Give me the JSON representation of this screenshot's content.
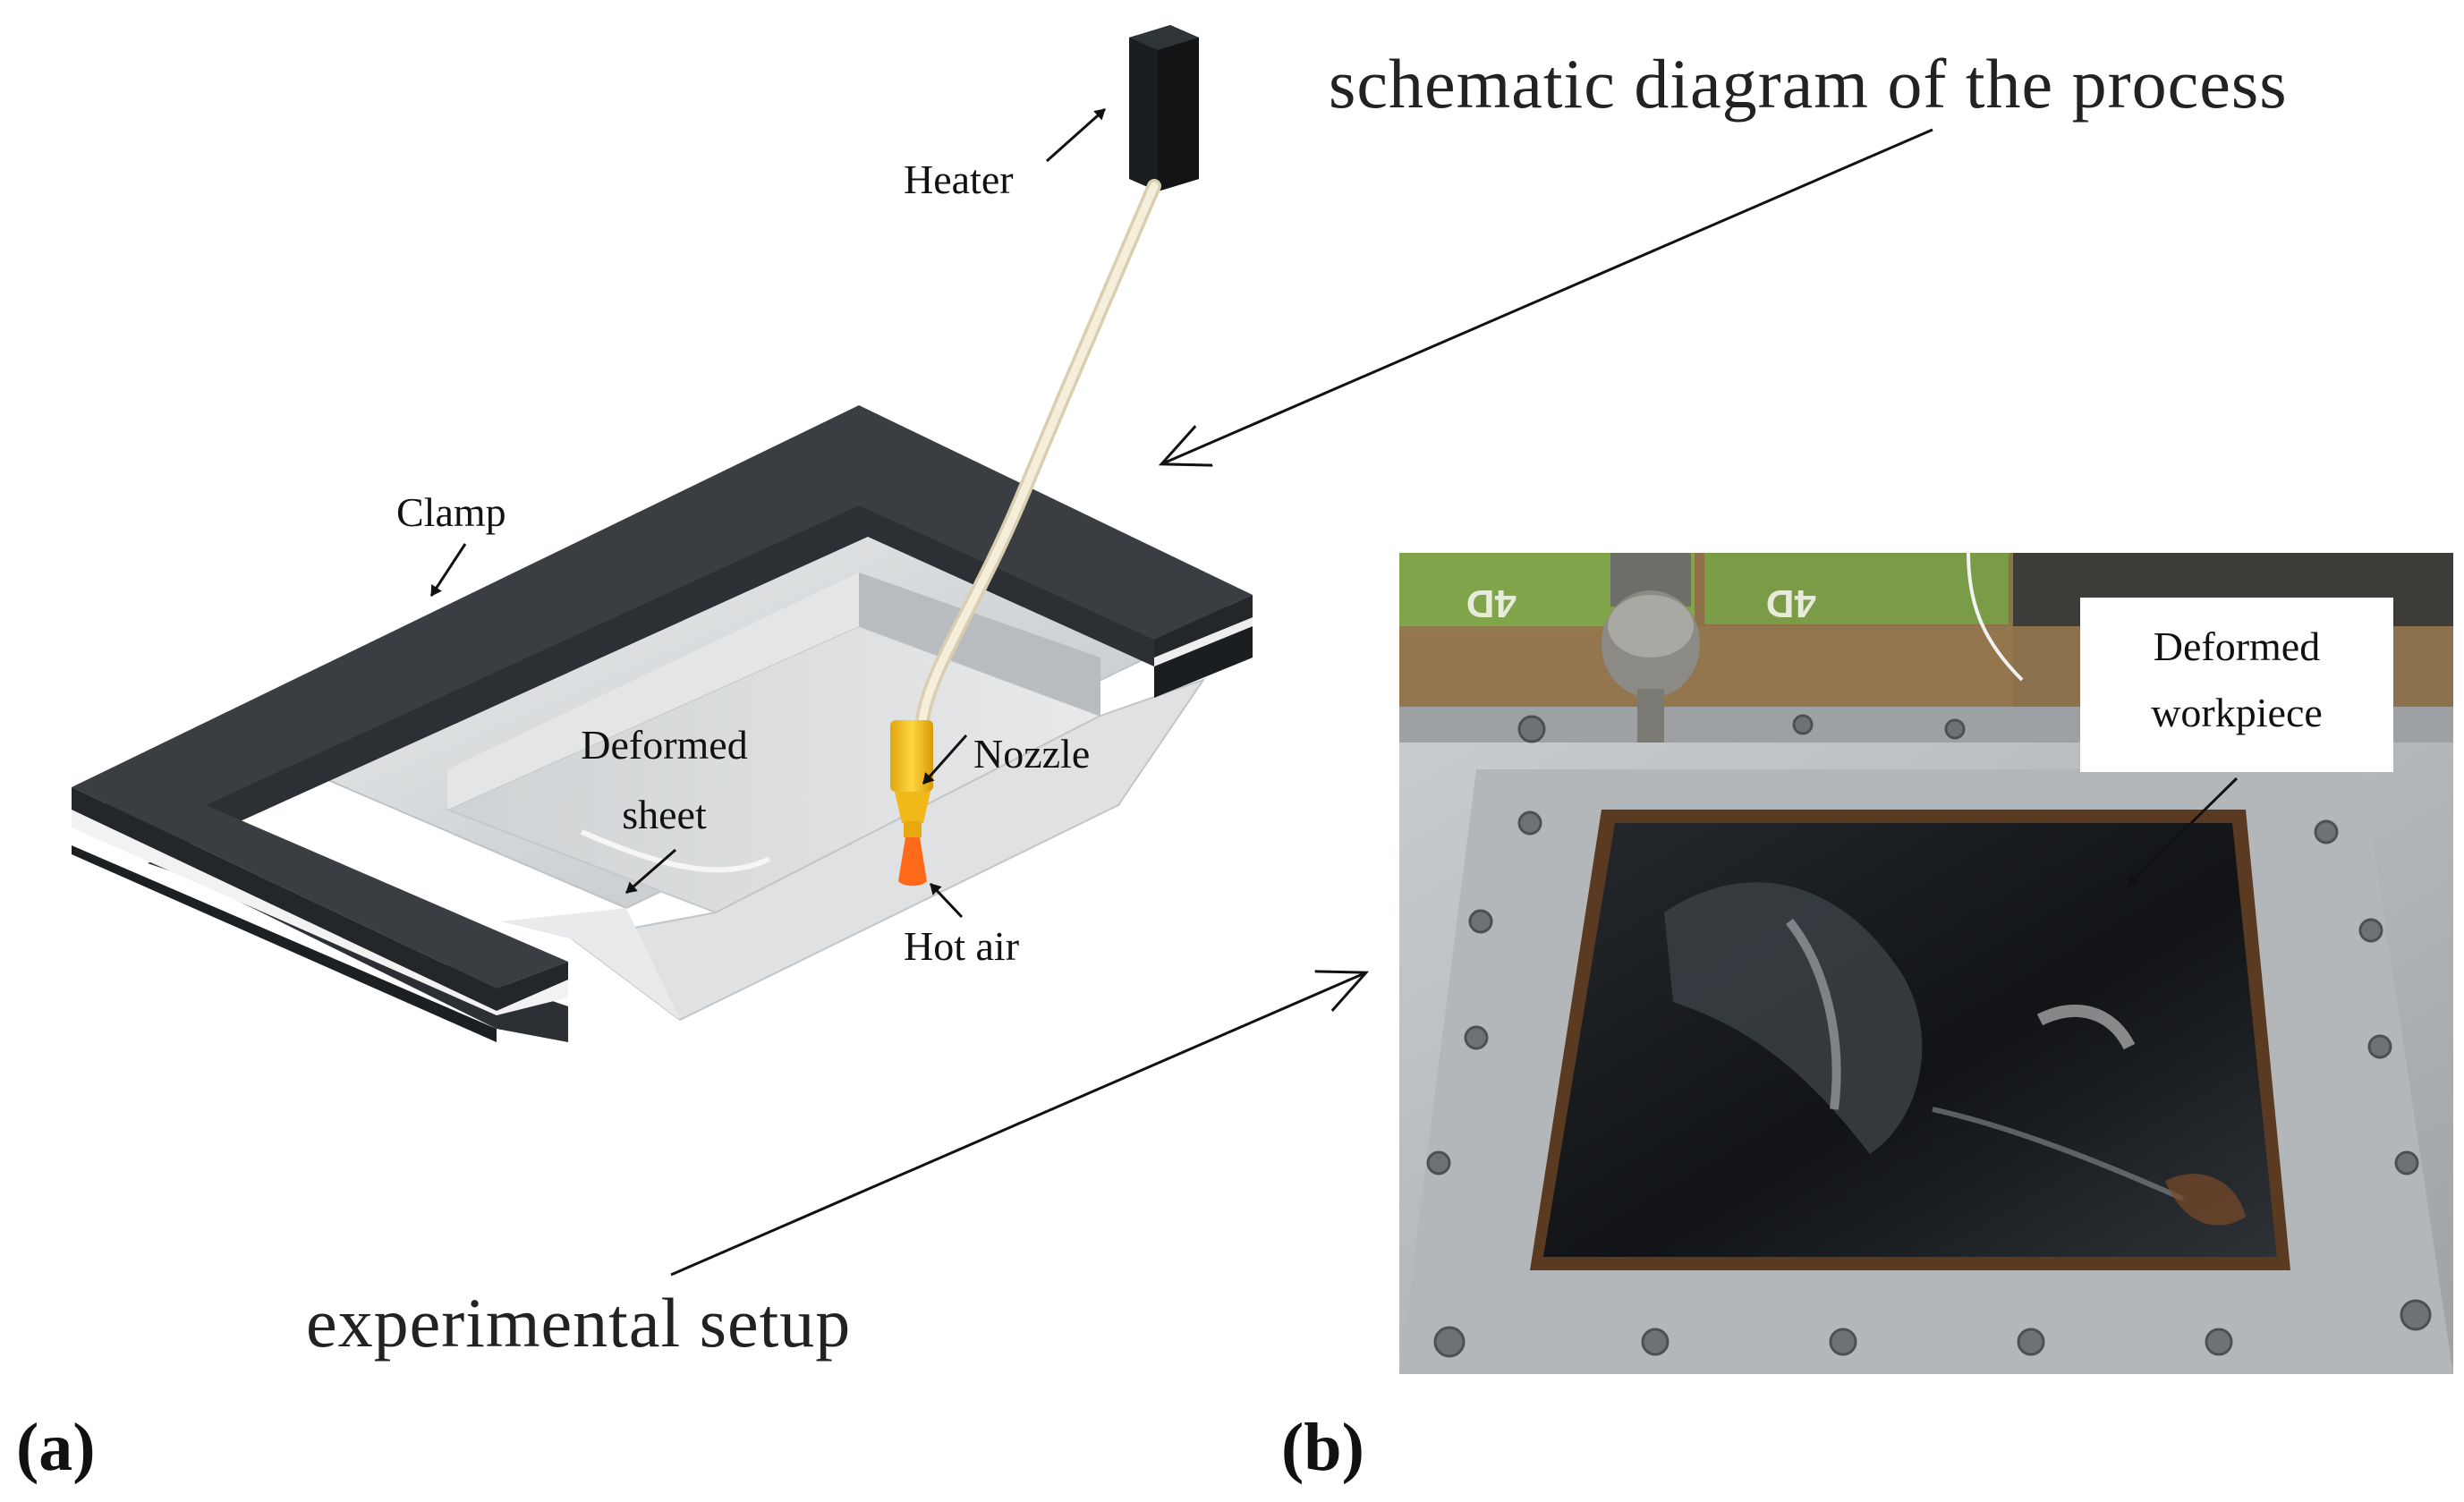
{
  "labels": {
    "heater": "Heater",
    "clamp": "Clamp",
    "deformed_sheet_line1": "Deformed",
    "deformed_sheet_line2": "sheet",
    "nozzle": "Nozzle",
    "hot_air": "Hot air",
    "schematic_caption": "schematic diagram of the process",
    "setup_caption": "experimental setup",
    "photo_callout_line1": "Deformed",
    "photo_callout_line2": "workpiece",
    "photo_box_text_1": "4D",
    "photo_box_text_2": "4D",
    "panel_a": "(a)",
    "panel_b": "(b)"
  },
  "colors": {
    "clamp": "#34383c",
    "heater": "#202326",
    "hose": "#e8dfc4",
    "nozzle": "#f3c21c",
    "hot_air": "#ff6a1a",
    "sheet": "#d9dbdc",
    "photo_frame": "#b9bcbf",
    "photo_workpiece": "#121417",
    "photo_cardboard": "#8d6e47"
  }
}
